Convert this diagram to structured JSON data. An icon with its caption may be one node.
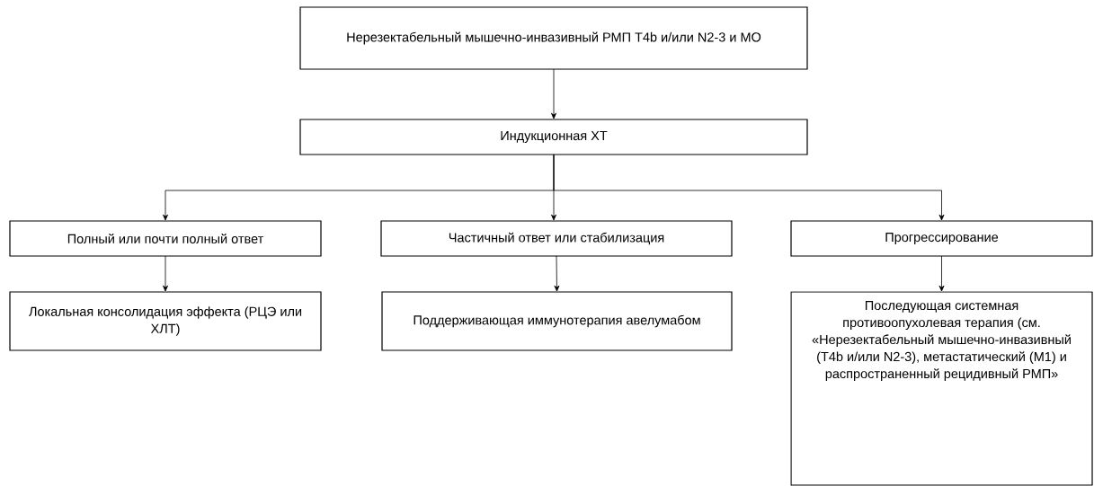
{
  "diagram": {
    "nodes": [
      {
        "text": [
          "Нерезектабельный мышечно-инвазивный РМП T4b и/или N2-3 и MO"
        ]
      },
      {
        "text": [
          "Индукционная ХТ"
        ]
      },
      {
        "text": [
          "Полный или почти полный ответ"
        ]
      },
      {
        "text": [
          "Частичный ответ или стабилизация"
        ]
      },
      {
        "text": [
          "Прогрессирование"
        ]
      },
      {
        "text": [
          "Локальная консолидация эффекта (РЦЭ или ХЛТ)"
        ]
      },
      {
        "text": [
          "Поддерживающая иммунотерапия авелумабом"
        ]
      },
      {
        "text": [
          "Последующая системная противоопухолевая терапия (см. «Нерезектабельный мышечно-инвазивный (T4b и/или N2-3), метастатический (M1) и распространенный рецидивный РМП»"
        ]
      }
    ],
    "edges": [
      {
        "from": 0,
        "to": 1,
        "arrow": "to"
      },
      {
        "from": 1,
        "to": 2,
        "arrow": "to"
      },
      {
        "from": 1,
        "to": 3,
        "arrow": "to"
      },
      {
        "from": 1,
        "to": 4,
        "arrow": "to"
      },
      {
        "from": 2,
        "to": 5,
        "arrow": "to"
      },
      {
        "from": 3,
        "to": 6,
        "arrow": "to"
      },
      {
        "from": 4,
        "to": 7,
        "arrow": "to"
      }
    ]
  }
}
